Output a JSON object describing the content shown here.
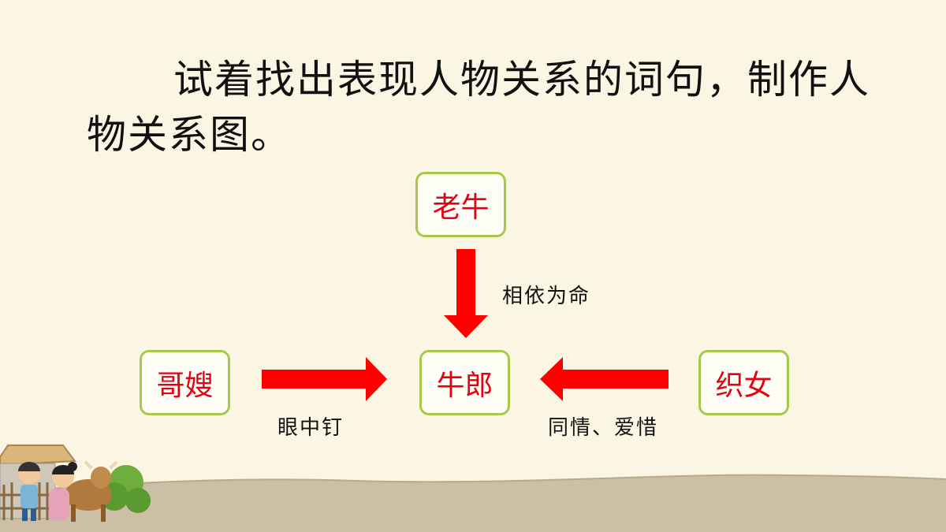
{
  "instruction": "试着找出表现人物关系的词句，制作人物关系图。",
  "nodes": {
    "old_ox": "老牛",
    "niulang": "牛郎",
    "sister_in_law": "哥嫂",
    "zhinu": "织女"
  },
  "relations": {
    "old_ox_to_niulang": "相依为命",
    "sister_in_law_to_niulang": "眼中钉",
    "zhinu_to_niulang": "同情、爱惜"
  },
  "colors": {
    "background": "#fbf6e3",
    "node_border": "#a8c84a",
    "node_text": "#e60012",
    "arrow": "#ff0000",
    "ground": "#cdbfa5"
  },
  "decoration": {
    "illustration": "niulang-zhinu-cow-farmhouse-illustration"
  }
}
